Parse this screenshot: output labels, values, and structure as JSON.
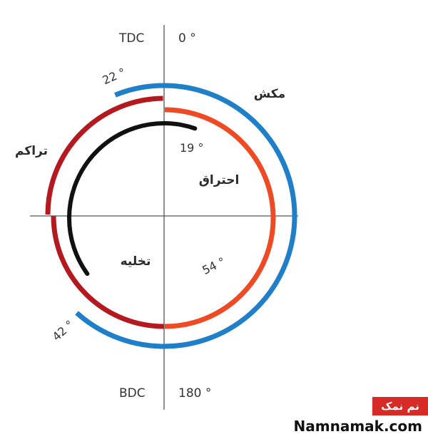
{
  "labels": {
    "tdc": "TDC",
    "tdc_angle": "0 °",
    "bdc": "BDC",
    "bdc_angle": "180 °",
    "angle_22": "22 °",
    "angle_19": "19 °",
    "angle_54": "54 °",
    "angle_42": "42 °",
    "exhaust": "مکش",
    "compression": "تراکم",
    "combustion": "احتراق",
    "evacuation": "تخلیه"
  },
  "colors": {
    "blue_arc": "#1f7fc9",
    "orange_arc": "#ee4a23",
    "red_arc": "#b3191e",
    "black_arc": "#111111",
    "axis": "#555555",
    "badge": "#d62b27"
  },
  "branding": {
    "badge_text": "نم نمک",
    "site": "Namnamak.com"
  }
}
